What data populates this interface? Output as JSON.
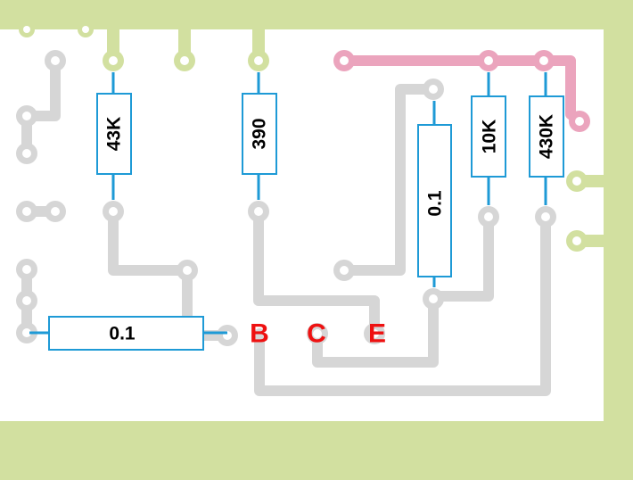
{
  "board": {
    "colors": {
      "background": "#ffffff",
      "board_edge": "#d2e0a0",
      "gray_trace": "#d6d6d6",
      "green_trace": "#d2e0a0",
      "pink_trace": "#eba4bd",
      "component_outline": "#1e9ad6",
      "pin_label": "#ee1111"
    }
  },
  "components": {
    "r43k": "43K",
    "r390": "390",
    "c01_vertical": "0.1",
    "r10k": "10K",
    "r430k": "430K",
    "c01_horizontal": "0.1"
  },
  "transistor_pins": {
    "base": "B",
    "collector": "C",
    "emitter": "E"
  }
}
